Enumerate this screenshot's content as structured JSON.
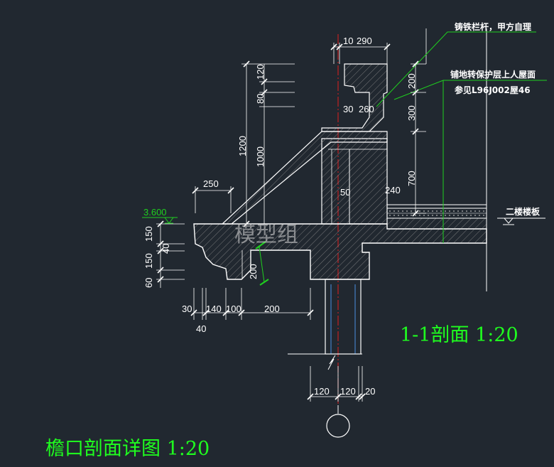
{
  "colors": {
    "background": "#212830",
    "line": "#ffffff",
    "hatch": "#9a9a9a",
    "leader": "#1fd01f",
    "title": "#1fff1f",
    "axis": "#e01e1e"
  },
  "notes": {
    "railing": "铸铁栏杆，甲方自理",
    "roof_line1": "铺地转保护层上人屋面",
    "roof_line2": "参见L96J002屋46",
    "floor_slab": "二楼楼板"
  },
  "elevation": "3.600",
  "watermark": "模型组",
  "dims": {
    "d10": "10",
    "d290": "290",
    "d120a": "120",
    "d80": "80",
    "d1200": "1200",
    "d1000": "1000",
    "d200a": "200",
    "d300": "300",
    "d700": "700",
    "d30a": "30",
    "d260": "260",
    "d50": "50",
    "d240": "240",
    "d250": "250",
    "d150a": "150",
    "d40a": "40",
    "d150b": "150",
    "d60": "60",
    "d200b": "200",
    "d30b": "30",
    "d140": "140",
    "d100": "100",
    "d200c": "200",
    "d40b": "40",
    "d120b": "120",
    "d120c": "120",
    "d20": "20"
  },
  "titles": {
    "section": "1-1剖面 1:20",
    "detail": "檐口剖面详图 1:20"
  }
}
